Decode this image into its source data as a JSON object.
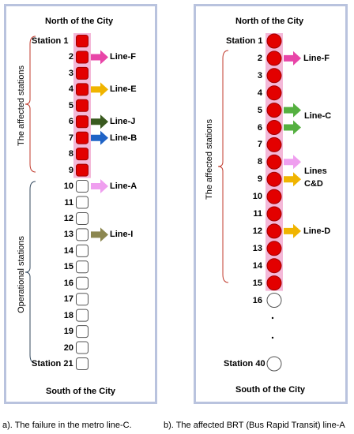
{
  "panel_a": {
    "north_label": "North of the City",
    "south_label": "South of the City",
    "affected_label": "The affected stations",
    "operational_label": "Operational stations",
    "caption": "a). The failure in the metro line-C.",
    "stations": [
      {
        "label": "Station 1",
        "status": "affected"
      },
      {
        "label": "2",
        "status": "affected"
      },
      {
        "label": "3",
        "status": "affected"
      },
      {
        "label": "4",
        "status": "affected"
      },
      {
        "label": "5",
        "status": "affected"
      },
      {
        "label": "6",
        "status": "affected"
      },
      {
        "label": "7",
        "status": "affected"
      },
      {
        "label": "8",
        "status": "affected"
      },
      {
        "label": "9",
        "status": "affected"
      },
      {
        "label": "10",
        "status": "operational"
      },
      {
        "label": "11",
        "status": "operational"
      },
      {
        "label": "12",
        "status": "operational"
      },
      {
        "label": "13",
        "status": "operational"
      },
      {
        "label": "14",
        "status": "operational"
      },
      {
        "label": "15",
        "status": "operational"
      },
      {
        "label": "16",
        "status": "operational"
      },
      {
        "label": "17",
        "status": "operational"
      },
      {
        "label": "18",
        "status": "operational"
      },
      {
        "label": "19",
        "status": "operational"
      },
      {
        "label": "20",
        "status": "operational"
      },
      {
        "label": "Station 21",
        "status": "operational"
      }
    ],
    "transfers": [
      {
        "station": 2,
        "label": "Line-F",
        "color": "#e845a8"
      },
      {
        "station": 4,
        "label": "Line-E",
        "color": "#f0b400"
      },
      {
        "station": 6,
        "label": "Line-J",
        "color": "#3a5a1f"
      },
      {
        "station": 7,
        "label": "Line-B",
        "color": "#1f63c6"
      },
      {
        "station": 10,
        "label": "Line-A",
        "color": "#ef9fef"
      },
      {
        "station": 13,
        "label": "Line-I",
        "color": "#8c8750"
      }
    ]
  },
  "panel_b": {
    "north_label": "North of the City",
    "south_label": "South of the City",
    "affected_label": "The affected stations",
    "caption": "b). The affected BRT (Bus Rapid Transit) line-A",
    "stations": [
      {
        "label": "Station 1",
        "status": "affected"
      },
      {
        "label": "2",
        "status": "affected"
      },
      {
        "label": "3",
        "status": "affected"
      },
      {
        "label": "4",
        "status": "affected"
      },
      {
        "label": "5",
        "status": "affected"
      },
      {
        "label": "6",
        "status": "affected"
      },
      {
        "label": "7",
        "status": "affected"
      },
      {
        "label": "8",
        "status": "affected"
      },
      {
        "label": "9",
        "status": "affected"
      },
      {
        "label": "10",
        "status": "affected"
      },
      {
        "label": "11",
        "status": "affected"
      },
      {
        "label": "12",
        "status": "affected"
      },
      {
        "label": "13",
        "status": "affected"
      },
      {
        "label": "14",
        "status": "affected"
      },
      {
        "label": "15",
        "status": "affected"
      },
      {
        "label": "16",
        "status": "operational"
      }
    ],
    "last_station": "Station 40",
    "transfers": [
      {
        "station": 2,
        "label": "Line-F",
        "color": "#e845a8"
      },
      {
        "station": 5,
        "label": "",
        "color": "#55b040"
      },
      {
        "station": 6,
        "label": "",
        "color": "#55b040"
      },
      {
        "station": 8,
        "label": "",
        "color": "#ef9fef"
      },
      {
        "station": 9,
        "label": "",
        "color": "#f0b400"
      },
      {
        "station": 12,
        "label": "Line-D",
        "color": "#f0b400"
      }
    ],
    "line_c_label": "Line-C",
    "lines_label_1": "Lines",
    "lines_label_2": "C&D"
  },
  "colors": {
    "affected_fill": "#e30000",
    "highlight": "#f4b8d8",
    "frame": "#b9c3de",
    "brace": "#c0392b",
    "brace_op": "#34495e"
  }
}
